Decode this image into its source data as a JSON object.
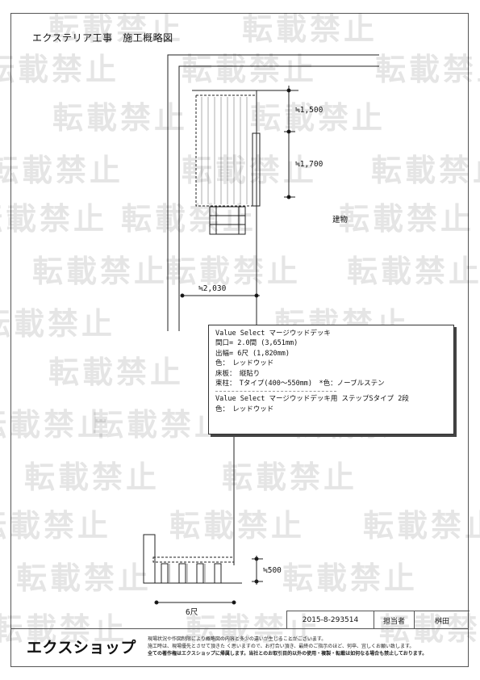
{
  "drawing_title": "エクステリア工事　施工概略図",
  "labels": {
    "building": "建物",
    "dim_1500": "≒1,500",
    "dim_1700": "≒1,700",
    "dim_2030": "≒2,030",
    "dim_500": "≒500",
    "dim_6shaku": "6尺"
  },
  "spec": {
    "lines_deck": [
      "Value Select マージウッドデッキ",
      "間口= 2.0間 (3,651mm)",
      "出幅= 6尺 (1,820mm)",
      "色：　レッドウッド",
      "床板：　縦貼り",
      "束柱：　Tタイプ(400～550mm)　*色：ノーブルステン"
    ],
    "lines_step": [
      "Value Select マージウッドデッキ用 ステップSタイプ 2段",
      "色：　レッドウッド"
    ]
  },
  "title_block": {
    "doc_number": "2015-8-293514",
    "person_label": "担当者",
    "person_name": "桝田",
    "logo": "エクスショップ",
    "notice": [
      "現場状況や作図制限により概略図の内容と多少の違いが生じることがございます。",
      "施工時は、現場優先とさせて頂きた く思いますので、お打合い頂き、最終のご指示のほど、何卒、宜しくお願い致します。",
      "全ての著作権はエクスショップに帰属します。当社とのお取引目的以外の使用・複製・転載は如何なる場合も禁止しております。"
    ]
  },
  "watermark": "転載禁止",
  "colors": {
    "line": "#222222",
    "frame": "#555555",
    "watermark": "#000000"
  }
}
